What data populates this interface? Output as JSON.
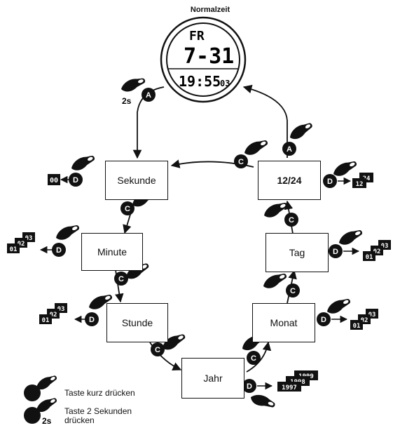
{
  "title": "Normalzeit",
  "watch": {
    "day": "FR",
    "date": "7-31",
    "time": "19:55",
    "seconds": "03"
  },
  "steps": {
    "sekunde": "Sekunde",
    "minute": "Minute",
    "stunde": "Stunde",
    "jahr": "Jahr",
    "monat": "Monat",
    "tag": "Tag",
    "mode12_24": "12/24"
  },
  "buttons": {
    "a": "A",
    "c": "C",
    "d": "D"
  },
  "hold_2s": "2s",
  "displays": {
    "seconds_reset": "00",
    "minute_seq": [
      "01",
      "02",
      "03"
    ],
    "hour_seq": [
      "01",
      "02",
      "03"
    ],
    "year_seq": [
      "1997",
      "1998",
      "1999"
    ],
    "month_seq": [
      "01",
      "02",
      "03"
    ],
    "day_seq": [
      "01",
      "02",
      "03"
    ],
    "mode_seq": [
      "12",
      "24"
    ]
  },
  "legend": {
    "short_press": "Taste kurz drücken",
    "hold_press_line1": "Taste 2 Sekunden",
    "hold_press_line2": "drücken",
    "hold_2s": "2s"
  },
  "colors": {
    "ink": "#111111",
    "paper": "#ffffff"
  }
}
